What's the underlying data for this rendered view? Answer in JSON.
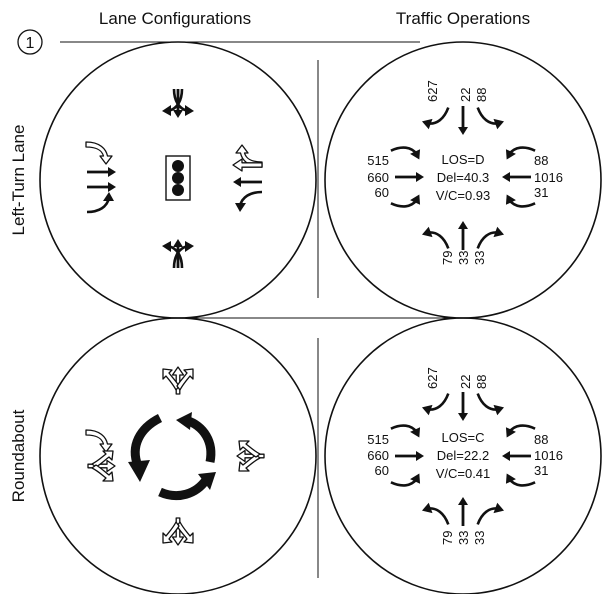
{
  "diagram_number": "1",
  "headers": {
    "lanes": "Lane Configurations",
    "ops": "Traffic Operations"
  },
  "rows": [
    {
      "label": "Left-Turn Lane",
      "north": [
        "627",
        "22",
        "88"
      ],
      "west": [
        "515",
        "660",
        "60"
      ],
      "east": [
        "88",
        "1016",
        "31"
      ],
      "south": [
        "79",
        "33",
        "33"
      ],
      "los": "LOS=D",
      "delay": "Del=40.3",
      "vc": "V/C=0.93"
    },
    {
      "label": "Roundabout",
      "north": [
        "627",
        "22",
        "88"
      ],
      "west": [
        "515",
        "660",
        "60"
      ],
      "east": [
        "88",
        "1016",
        "31"
      ],
      "south": [
        "79",
        "33",
        "33"
      ],
      "los": "LOS=C",
      "delay": "Del=22.2",
      "vc": "V/C=0.41"
    }
  ]
}
